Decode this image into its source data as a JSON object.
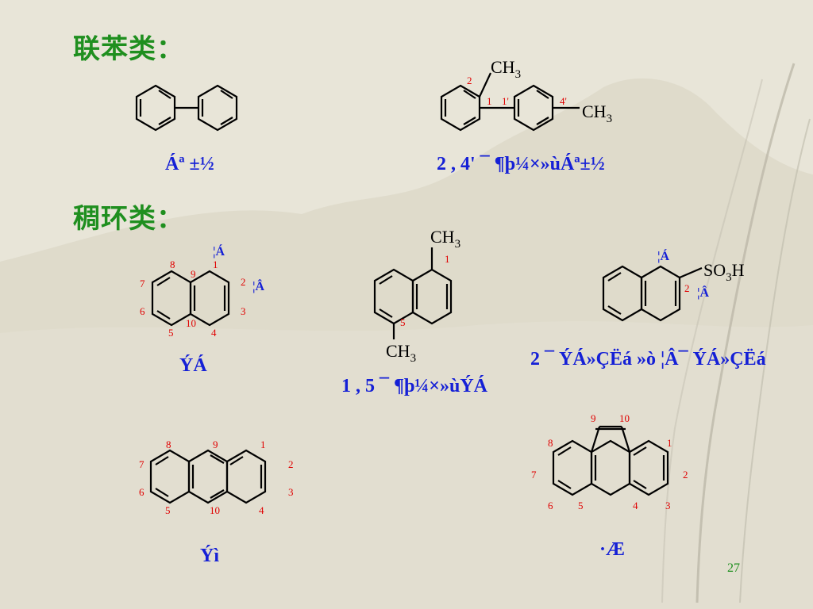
{
  "slide": {
    "heading_biphenyl": "联苯类：",
    "heading_fused": "稠环类：",
    "page_number": "27"
  },
  "compounds": {
    "biphenyl_name": "Áª ±½",
    "dimethylbiphenyl_name": "2 , 4' ¯ ¶þ¼×»ùÁª±½",
    "naphthalene_name": "ÝÁ",
    "dimethylnaphthalene_name": "1 , 5 ¯ ¶þ¼×»ùÝÁ",
    "naphthalenesulfonic_name": "2 ¯ ÝÁ»ÇËá  »ò  ¦Â¯ ÝÁ»ÇËá",
    "anthracene_name": "Ýì",
    "phenanthrene_name": "·Æ"
  },
  "labels": {
    "alpha": "¦Á",
    "beta": "¦Â",
    "ch3": "CH",
    "three": "3",
    "so3h_so": "SO",
    "so3h_h": "H",
    "n1": "1",
    "n1p": "1'",
    "n2": "2",
    "n3": "3",
    "n4": "4",
    "n4p": "4'",
    "n5": "5",
    "n6": "6",
    "n7": "7",
    "n8": "8",
    "n9": "9",
    "n10": "10"
  }
}
